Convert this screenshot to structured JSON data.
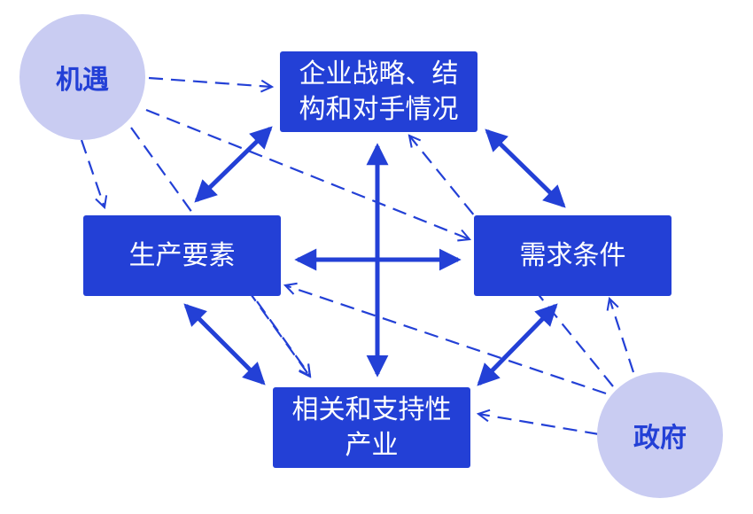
{
  "diagram": {
    "nodes": {
      "strategy": {
        "label": "企业战略、结\n构和对手情况"
      },
      "factors": {
        "label": "生产要素"
      },
      "demand": {
        "label": "需求条件"
      },
      "related": {
        "label": "相关和支持性\n产业"
      },
      "chance": {
        "label": "机遇"
      },
      "government": {
        "label": "政府"
      }
    },
    "colors": {
      "box": "#2340d6",
      "circle": "#c9ccf2",
      "text_circle": "#2340d6",
      "arrow": "#2340d6"
    }
  }
}
